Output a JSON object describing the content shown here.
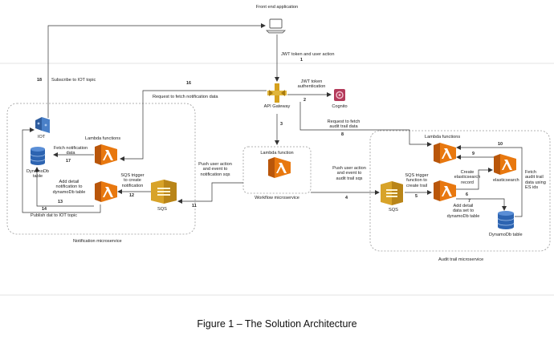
{
  "caption": "Figure 1 – The Solution Architecture",
  "colors": {
    "lambda": "#e8780f",
    "sqs": "#d8a329",
    "dynamo": "#2d64b1",
    "iot": "#3b6fb8",
    "cognito": "#b33a5a",
    "gateway": "#d6a11d",
    "arrow": "#333333",
    "dashed": "#999999"
  },
  "nodes": {
    "frontend": {
      "label": "Front end application",
      "icon": "laptop-icon"
    },
    "gateway": {
      "label": "API Gateway",
      "icon": "api-gateway-icon"
    },
    "cognito": {
      "label": "Cognito",
      "icon": "cognito-icon"
    },
    "iot": {
      "label": "IOT",
      "icon": "iot-icon"
    },
    "notif_dynamo": {
      "label": "DynamoDb\ntable",
      "icon": "dynamodb-icon"
    },
    "notif_lambda": {
      "label": "Lambda functions",
      "icon": "lambda-icon"
    },
    "notif_sqs": {
      "label": "SQS",
      "icon": "sqs-icon"
    },
    "workflow_lambda": {
      "label": "Lambda function",
      "icon": "lambda-icon"
    },
    "audit_lambda": {
      "label": "Lambda functions",
      "icon": "lambda-icon"
    },
    "audit_sqs": {
      "label": "SQS",
      "icon": "sqs-icon"
    },
    "elasticsearch": {
      "label": "elasticsearch",
      "icon": "elasticsearch-icon"
    },
    "audit_dynamo": {
      "label": "DynamoDb table",
      "icon": "dynamodb-icon"
    }
  },
  "groups": {
    "notification": "Notification microservice",
    "workflow": "Workflow microservice",
    "audit": "Audit trail microservice"
  },
  "edges": {
    "e1": {
      "num": "1",
      "label": "JWT token and user action"
    },
    "e2": {
      "num": "2",
      "label": "JWT token\nauthentication"
    },
    "e3": {
      "num": "3",
      "label": ""
    },
    "e4": {
      "num": "4",
      "label": "Push user action\nand event to\naudit trail sqs"
    },
    "e5": {
      "num": "5",
      "label": "SQS trigger\nfunction to\ncreate trail"
    },
    "e6": {
      "num": "6",
      "label": "Create\nelasticsearch\nrecord"
    },
    "e7": {
      "num": "7",
      "label": "Add detail\ndata set to\ndynamoDb table"
    },
    "e8": {
      "num": "8",
      "label": "Request to fetch\naudit trail data"
    },
    "e9": {
      "num": "9",
      "label": ""
    },
    "e10": {
      "num": "10",
      "label": "Fetch\naudit trail\ndata using\nES ids"
    },
    "e11": {
      "num": "11",
      "label": "Push user action\nand event to\nnotification sqs"
    },
    "e12": {
      "num": "12",
      "label": "SQS trigger\nto create\nnotification"
    },
    "e13": {
      "num": "13",
      "label": "Add detail\nnotification to\ndynamoDb table"
    },
    "e14": {
      "num": "14",
      "label": "Publish dat to IOT topic"
    },
    "e16": {
      "num": "16",
      "label": "Request to fetch notification data"
    },
    "e17": {
      "num": "17",
      "label": "Fetch notification\ndata"
    },
    "e18": {
      "num": "18",
      "label": "Subscribe to IOT topic"
    }
  }
}
